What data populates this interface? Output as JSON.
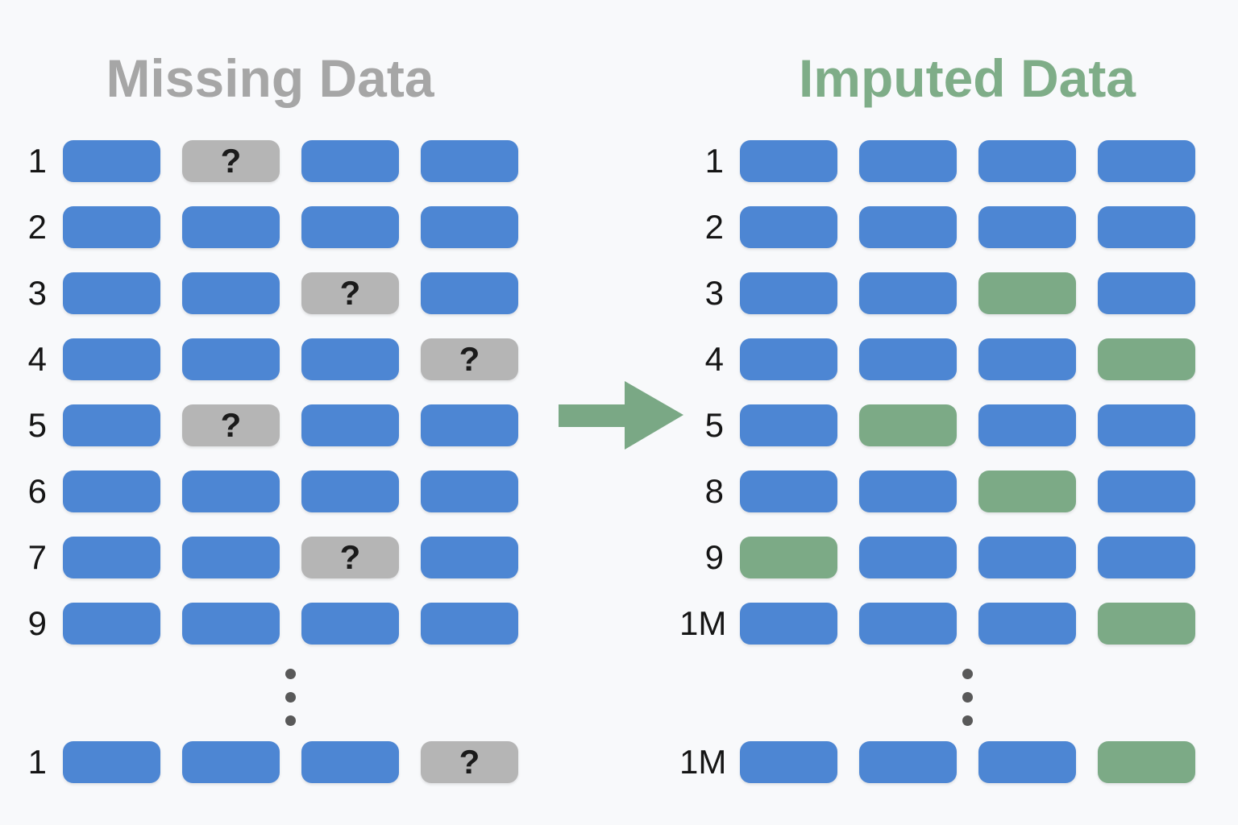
{
  "colors": {
    "background": "#f8f9fb",
    "observed": "#4d86d3",
    "missing": "#b5b5b5",
    "imputed": "#7caa86",
    "arrow": "#7aa885",
    "title_missing": "#a6a6a6",
    "title_imputed": "#7fad88",
    "label": "#151515",
    "dots": "#595959"
  },
  "markers": {
    "missing": "?",
    "ellipsis_dot_count": 3
  },
  "panels": [
    {
      "id": "missing",
      "title": "Missing Data",
      "rows": [
        {
          "label": "1",
          "cells": [
            "observed",
            "missing",
            "observed",
            "observed"
          ]
        },
        {
          "label": "2",
          "cells": [
            "observed",
            "observed",
            "observed",
            "observed"
          ]
        },
        {
          "label": "3",
          "cells": [
            "observed",
            "observed",
            "missing",
            "observed"
          ]
        },
        {
          "label": "4",
          "cells": [
            "observed",
            "observed",
            "observed",
            "missing"
          ]
        },
        {
          "label": "5",
          "cells": [
            "observed",
            "missing",
            "observed",
            "observed"
          ]
        },
        {
          "label": "6",
          "cells": [
            "observed",
            "observed",
            "observed",
            "observed"
          ]
        },
        {
          "label": "7",
          "cells": [
            "observed",
            "observed",
            "missing",
            "observed"
          ]
        },
        {
          "label": "9",
          "cells": [
            "observed",
            "observed",
            "observed",
            "observed"
          ]
        }
      ],
      "bottom_row": {
        "label": "1",
        "cells": [
          "observed",
          "observed",
          "observed",
          "missing"
        ]
      }
    },
    {
      "id": "imputed",
      "title": "Imputed Data",
      "rows": [
        {
          "label": "1",
          "cells": [
            "observed",
            "observed",
            "observed",
            "observed"
          ]
        },
        {
          "label": "2",
          "cells": [
            "observed",
            "observed",
            "observed",
            "observed"
          ]
        },
        {
          "label": "3",
          "cells": [
            "observed",
            "observed",
            "imputed",
            "observed"
          ]
        },
        {
          "label": "4",
          "cells": [
            "observed",
            "observed",
            "observed",
            "imputed"
          ]
        },
        {
          "label": "5",
          "cells": [
            "observed",
            "imputed",
            "observed",
            "observed"
          ]
        },
        {
          "label": "8",
          "cells": [
            "observed",
            "observed",
            "imputed",
            "observed"
          ]
        },
        {
          "label": "9",
          "cells": [
            "imputed",
            "observed",
            "observed",
            "observed"
          ]
        },
        {
          "label": "1M",
          "cells": [
            "observed",
            "observed",
            "observed",
            "imputed"
          ]
        }
      ],
      "bottom_row": {
        "label": "1M",
        "cells": [
          "observed",
          "observed",
          "observed",
          "imputed"
        ]
      }
    }
  ]
}
